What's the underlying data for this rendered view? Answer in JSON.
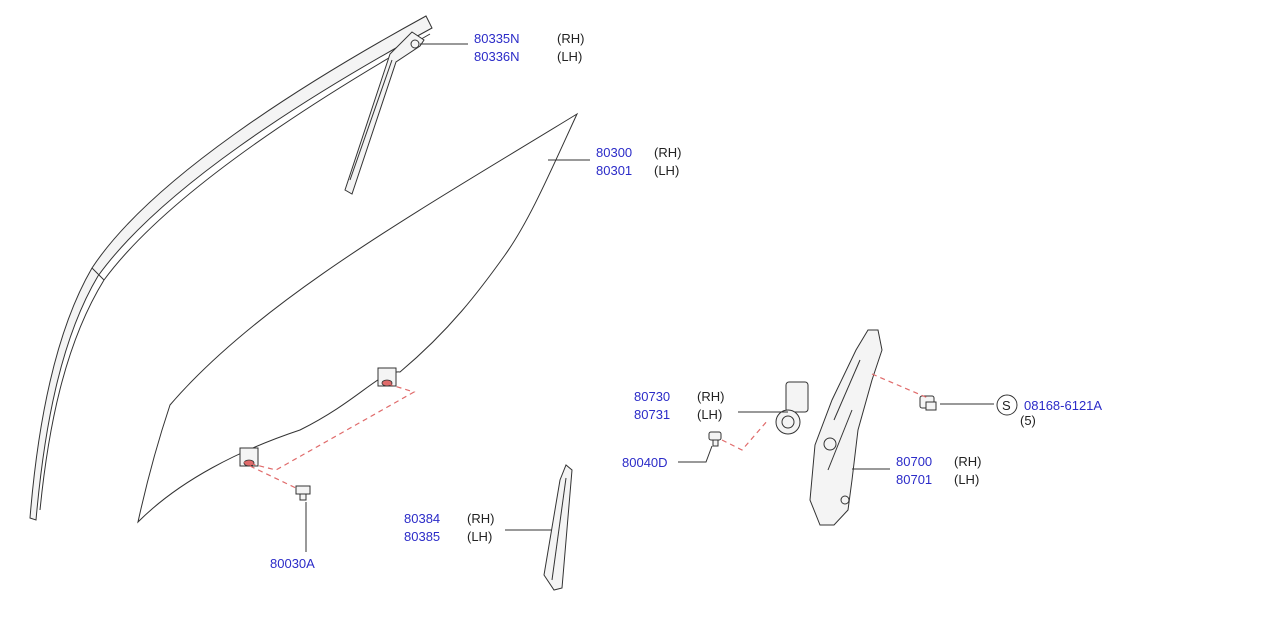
{
  "colors": {
    "part_number": "#2b2bc8",
    "side_text": "#222222",
    "dashed_line": "#e06b6b",
    "line": "#333333"
  },
  "callouts": {
    "c80335": {
      "pn1": "80335N",
      "side1": "(RH)",
      "pn2": "80336N",
      "side2": "(LH)"
    },
    "c80300": {
      "pn1": "80300",
      "side1": "(RH)",
      "pn2": "80301",
      "side2": "(LH)"
    },
    "c80730": {
      "pn1": "80730",
      "side1": "(RH)",
      "pn2": "80731",
      "side2": "(LH)"
    },
    "c80040": {
      "pn1": "80040D"
    },
    "c08168": {
      "symbol": "S",
      "pn1": "08168-6121A",
      "qty": "(5)"
    },
    "c80700": {
      "pn1": "80700",
      "side1": "(RH)",
      "pn2": "80701",
      "side2": "(LH)"
    },
    "c80384": {
      "pn1": "80384",
      "side1": "(RH)",
      "pn2": "80385",
      "side2": "(LH)"
    },
    "c80030": {
      "pn1": "80030A"
    }
  }
}
